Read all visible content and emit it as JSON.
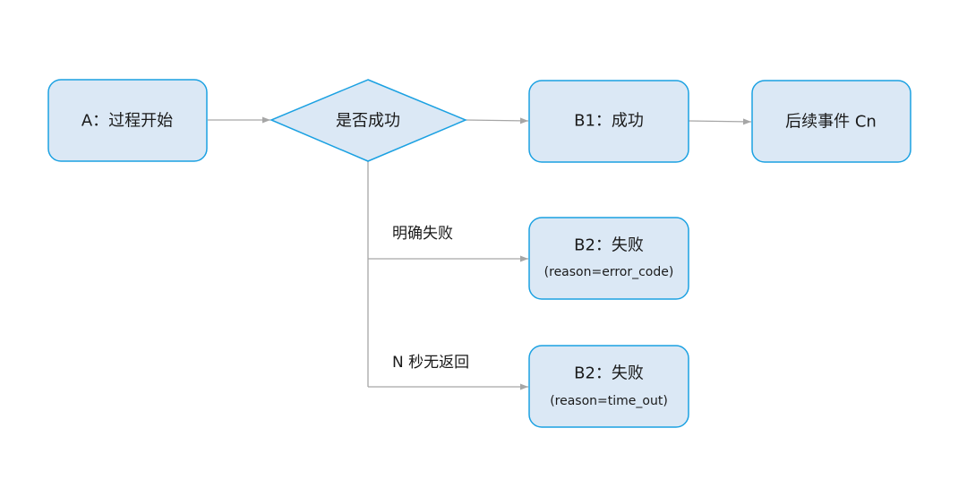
{
  "colors": {
    "node_fill": "#dbe8f5",
    "node_stroke": "#1ba1e2",
    "edge": "#a6a6a6",
    "text": "#1a1a1a"
  },
  "nodes": {
    "start": {
      "label": "A：过程开始"
    },
    "decision": {
      "label": "是否成功"
    },
    "success": {
      "label": "B1：成功"
    },
    "next_event": {
      "label": "后续事件 Cn"
    },
    "fail_error": {
      "label": "B2：失败",
      "detail": "(reason=error_code)"
    },
    "fail_timeout": {
      "label": "B2：失败",
      "detail": "(reason=time_out)"
    }
  },
  "edges": {
    "explicit_failure": {
      "label": "明确失败"
    },
    "no_response": {
      "label": "N 秒无返回"
    }
  }
}
